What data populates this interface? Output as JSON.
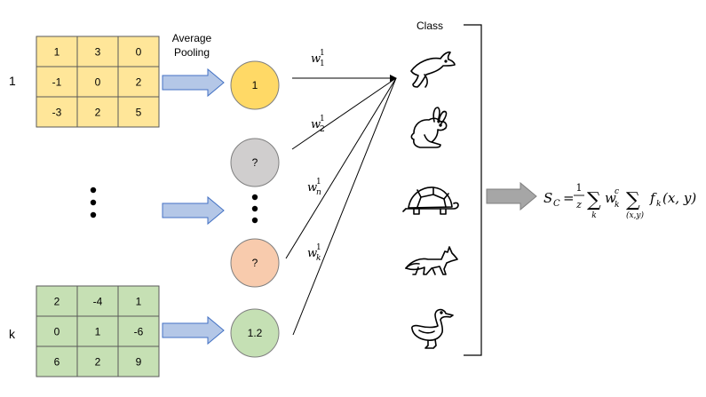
{
  "colors": {
    "yellow_cell": "#ffe699",
    "green_cell": "#c6e0b4",
    "yellow_node": "#ffd966",
    "grey_node": "#d0cece",
    "salmon_node": "#f8cbad",
    "green_node": "#c5e0b4",
    "arrow_fill": "#b4c7e7",
    "arrow_stroke": "#4472c4",
    "grey_arrow": "#a6a6a6"
  },
  "labels": {
    "top_map": "1",
    "bottom_map": "k",
    "pooling_line1": "Average",
    "pooling_line2": "Pooling",
    "class": "Class"
  },
  "matrix_top": [
    [
      "1",
      "3",
      "0"
    ],
    [
      "-1",
      "0",
      "2"
    ],
    [
      "-3",
      "2",
      "5"
    ]
  ],
  "matrix_bottom": [
    [
      "2",
      "-4",
      "1"
    ],
    [
      "0",
      "1",
      "-6"
    ],
    [
      "6",
      "2",
      "9"
    ]
  ],
  "nodes": [
    {
      "label": "1",
      "color": "yellow_node"
    },
    {
      "label": "?",
      "color": "grey_node"
    },
    {
      "label": "?",
      "color": "salmon_node"
    },
    {
      "label": "1.2",
      "color": "green_node"
    }
  ],
  "weights": [
    {
      "base": "w",
      "sub": "1",
      "sup": "1"
    },
    {
      "base": "w",
      "sub": "2",
      "sup": "1"
    },
    {
      "base": "w",
      "sub": "n",
      "sup": "1"
    },
    {
      "base": "w",
      "sub": "k",
      "sup": "1"
    }
  ],
  "classes": [
    "dolphin-icon",
    "rabbit-icon",
    "turtle-icon",
    "fox-icon",
    "duck-icon"
  ],
  "formula": {
    "lhs": "S",
    "lhs_sub": "C",
    "eq": "=",
    "frac_num": "1",
    "frac_den": "z",
    "sum1": "∑",
    "sum1_sub": "k",
    "w": "w",
    "w_sub": "k",
    "w_sup": "c",
    "sum2": "∑",
    "sum2_sub": "(x,y)",
    "f": "f",
    "f_sub": "k",
    "args": "(x, y)"
  }
}
